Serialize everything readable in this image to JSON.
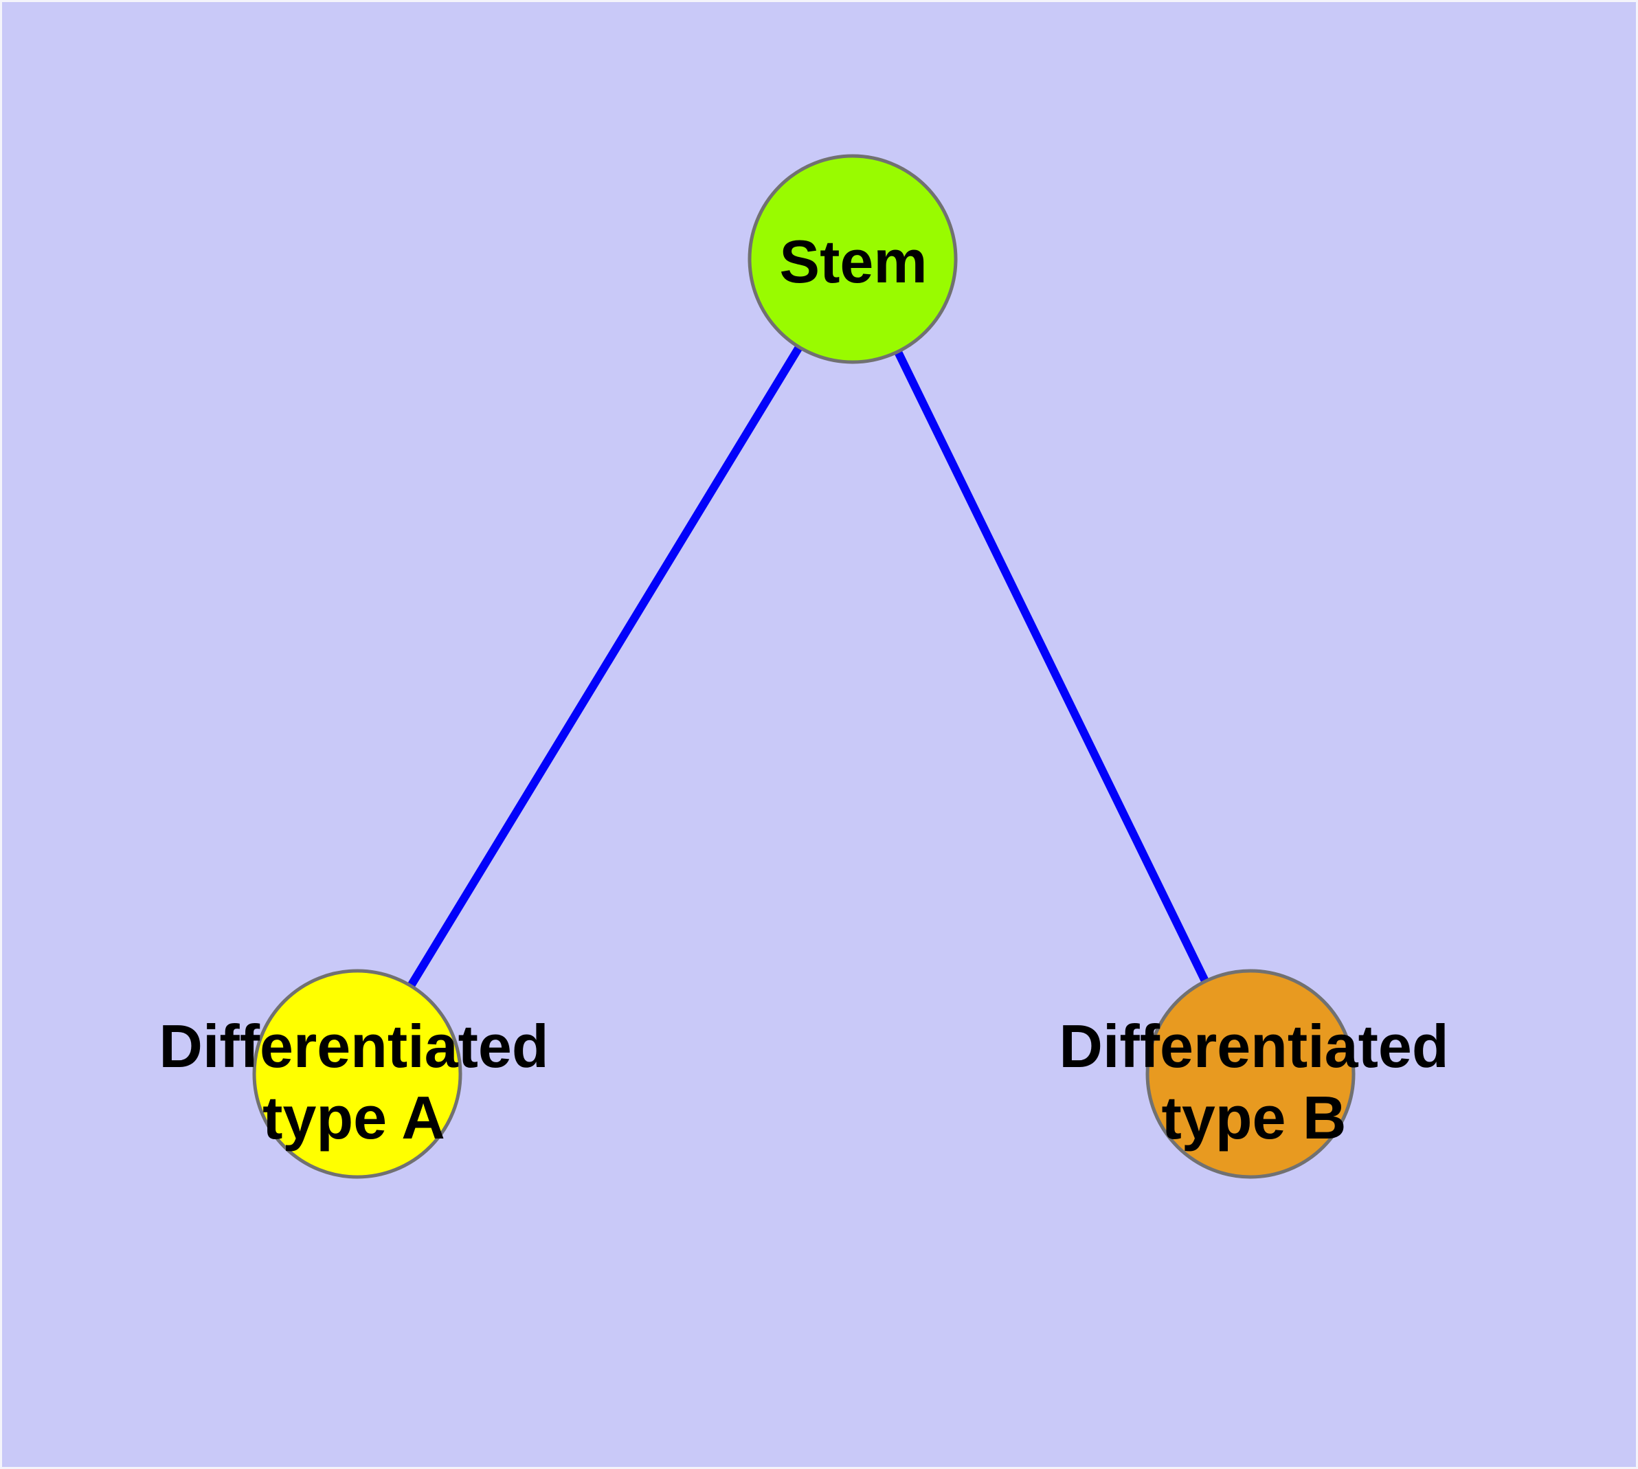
{
  "graph": {
    "background_color": "#C9C9F8",
    "node_border_color": "#717171",
    "label_color": "#000000",
    "edge_color": "#0202FA",
    "nodes": [
      {
        "id": "stem",
        "label": "Stem",
        "fill": "#99FB00"
      },
      {
        "id": "differentiated-type-a",
        "label_line1": "Differentiated",
        "label_line2": "type A",
        "fill": "#FFFF00"
      },
      {
        "id": "differentiated-type-b",
        "label_line1": "Differentiated",
        "label_line2": "type B",
        "fill": "#E89A20"
      }
    ],
    "edges": [
      {
        "from": "stem",
        "to": "differentiated-type-a"
      },
      {
        "from": "stem",
        "to": "differentiated-type-b"
      }
    ]
  }
}
